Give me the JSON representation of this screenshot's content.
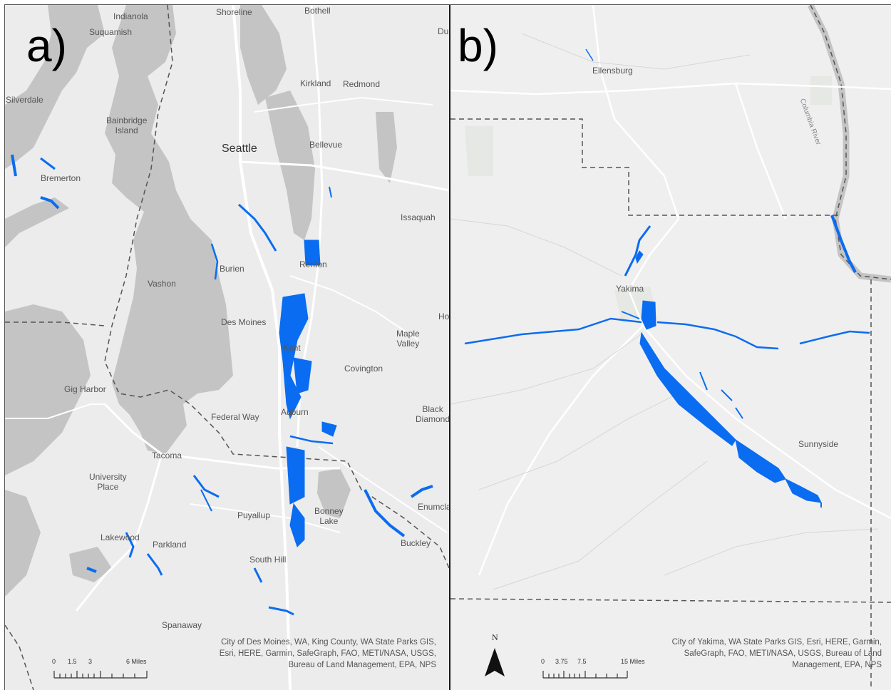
{
  "panel_a": {
    "label": "a)",
    "places": {
      "indianola": "Indianola",
      "shoreline": "Shoreline",
      "bothell": "Bothell",
      "du": "Du",
      "suquamish": "Suquamish",
      "kirkland": "Kirkland",
      "redmond": "Redmond",
      "silverdale": "Silverdale",
      "bainbridge": "Bainbridge\nIsland",
      "seattle": "Seattle",
      "bellevue": "Bellevue",
      "bremerton": "Bremerton",
      "issaquah": "Issaquah",
      "burien": "Burien",
      "renton": "Renton",
      "vashon": "Vashon",
      "ho": "Ho",
      "des_moines": "Des Moines",
      "maple_valley": "Maple\nValley",
      "kent": "Kent",
      "covington": "Covington",
      "gig_harbor": "Gig Harbor",
      "black_diamond": "Black\nDiamond",
      "federal_way": "Federal Way",
      "auburn": "Auburn",
      "tacoma": "Tacoma",
      "university_place": "University\nPlace",
      "bonney_lake": "Bonney\nLake",
      "enumclaw": "Enumcla",
      "puyallup": "Puyallup",
      "lakewood": "Lakewood",
      "parkland": "Parkland",
      "buckley": "Buckley",
      "south_hill": "South Hill",
      "spanaway": "Spanaway"
    },
    "attribution": "City of Des Moines, WA, King County, WA State Parks GIS, Esri, HERE, Garmin, SafeGraph, FAO, METI/NASA, USGS, Bureau of Land Management, EPA, NPS",
    "scale": {
      "ticks": [
        "0",
        "1.5",
        "3",
        "6 Miles"
      ]
    }
  },
  "panel_b": {
    "label": "b)",
    "places": {
      "ellensburg": "Ellensburg",
      "yakima": "Yakima",
      "sunnyside": "Sunnyside",
      "columbia_river": "Columbia River"
    },
    "attribution": "City of Yakima, WA State Parks GIS, Esri, HERE, Garmin, SafeGraph, FAO, METI/NASA, USGS, Bureau of Land Management, EPA, NPS",
    "scale": {
      "ticks": [
        "0",
        "3.75",
        "7.5",
        "15 Miles"
      ]
    },
    "north_arrow": "N"
  },
  "colors": {
    "flood": "#0a6cf0",
    "water": "#c4c4c4",
    "land_a": "#ececec",
    "land_b": "#efefef",
    "road": "#ffffff",
    "boundary": "#555555"
  }
}
